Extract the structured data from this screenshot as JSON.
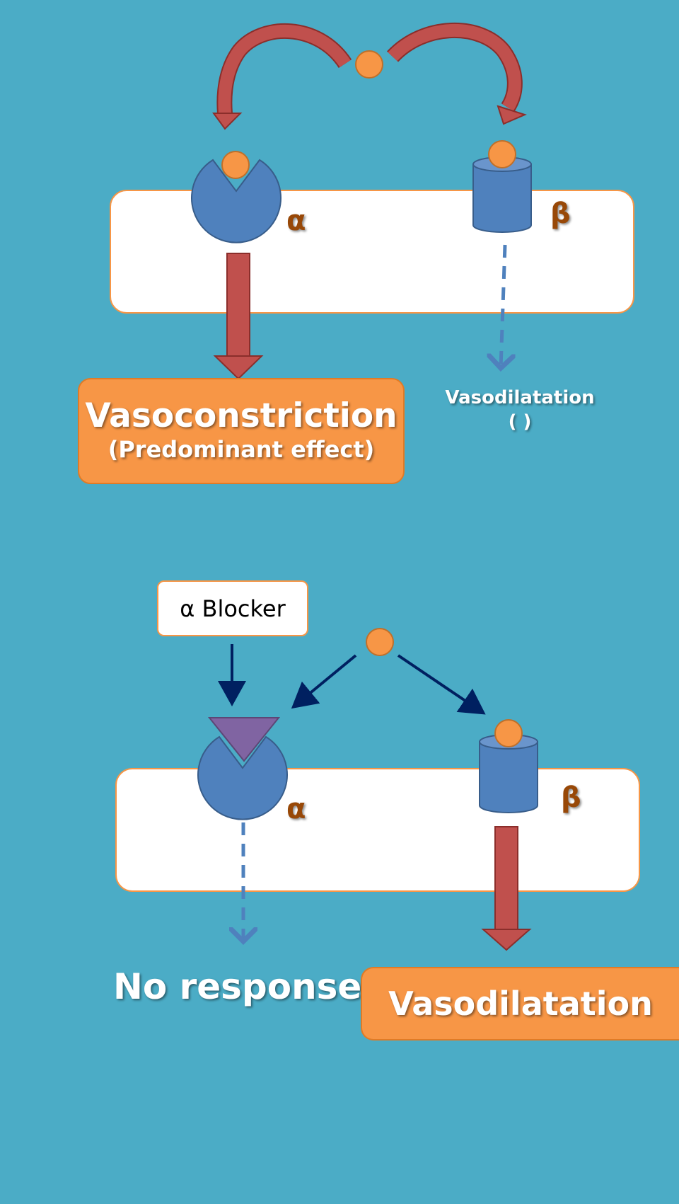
{
  "top_panel": {
    "alpha_label": "α",
    "beta_label": "β",
    "alpha_effect": {
      "title": "Vasoconstriction",
      "subtitle": "(Predominant effect)"
    },
    "beta_effect": {
      "title": "Vasodilatation",
      "subtitle": "( )"
    }
  },
  "bottom_panel": {
    "blocker_label": "α Blocker",
    "alpha_label": "α",
    "beta_label": "β",
    "alpha_effect": "No response",
    "beta_effect": "Vasodilatation"
  },
  "colors": {
    "background": "#4bacc6",
    "membrane": "#ffffff",
    "membrane_border": "#f79646",
    "agonist": "#f79646",
    "receptor": "#4f81bd",
    "response_arrow": "#c0504d",
    "blocker": "#8064a2",
    "binding_arrow": "#002060",
    "greek_label": "#984807"
  }
}
